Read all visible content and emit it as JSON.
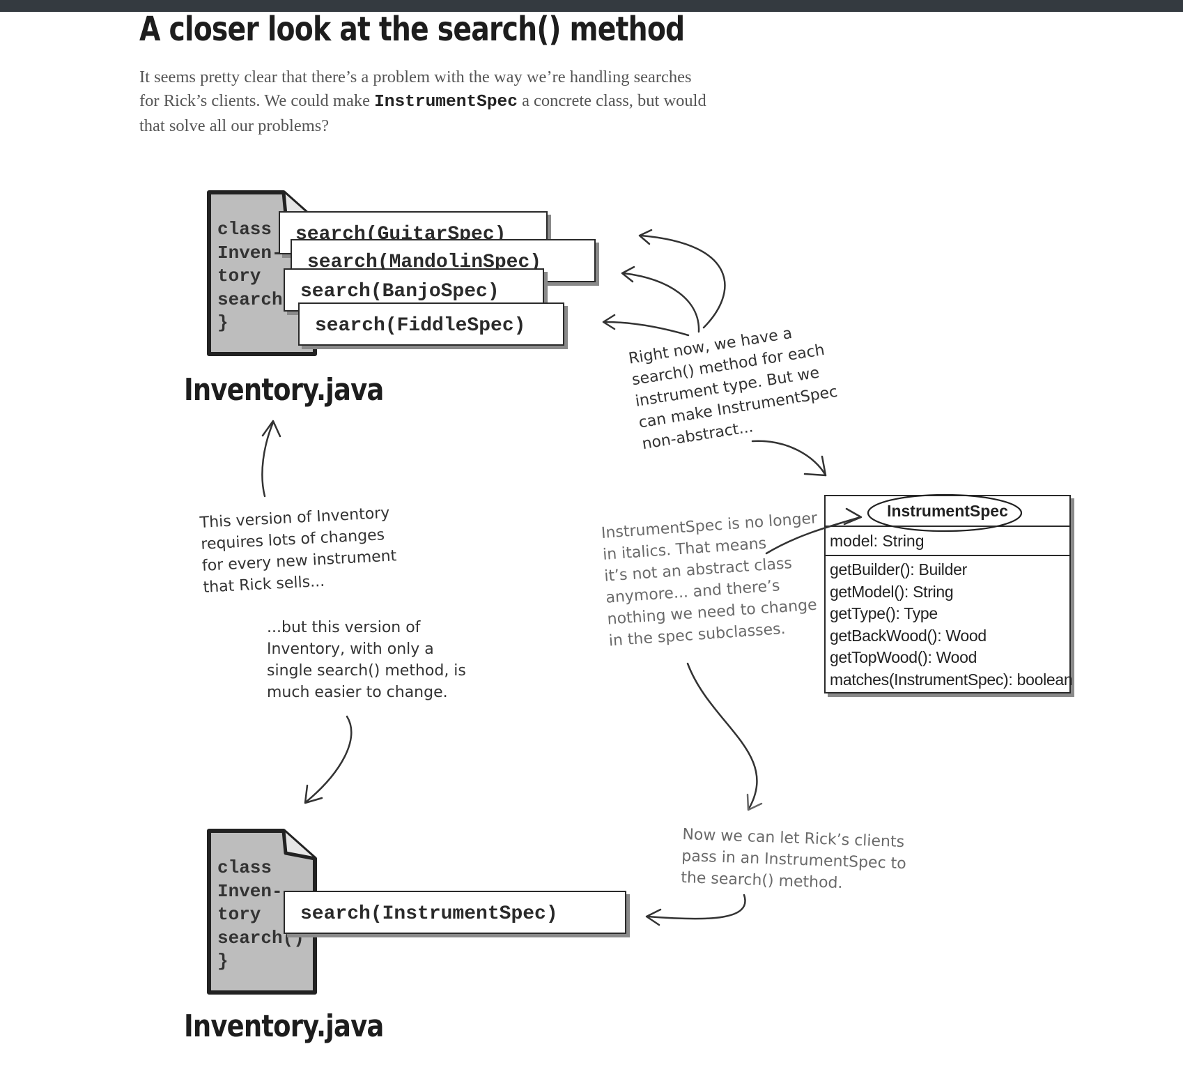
{
  "page": {
    "title": "A closer look at the search() method",
    "intro_before": "It seems pretty clear that there’s a problem with the way we’re handling searches for Rick’s clients. We could make ",
    "intro_code": "InstrumentSpec",
    "intro_after": " a concrete class, but would that solve all our problems?"
  },
  "top_file": {
    "lines": [
      "class",
      "Inven-",
      "tory",
      "search",
      "}"
    ],
    "methods": [
      "search(GuitarSpec)",
      "search(MandolinSpec)",
      "search(BanjoSpec)",
      "search(FiddleSpec)"
    ],
    "label": "Inventory.java"
  },
  "bottom_file": {
    "lines": [
      "class",
      "Inven-",
      "tory",
      "search()",
      "}"
    ],
    "method": "search(InstrumentSpec)",
    "label": "Inventory.java"
  },
  "uml": {
    "class_name": "InstrumentSpec",
    "attributes": [
      "model: String"
    ],
    "operations": [
      "getBuilder(): Builder",
      "getModel(): String",
      "getType(): Type",
      "getBackWood(): Wood",
      "getTopWood(): Wood",
      "matches(InstrumentSpec): boolean"
    ]
  },
  "notes": {
    "right_now": "Right now, we have a\nsearch() method for each\ninstrument type. But we\ncan make InstrumentSpec\nnon-abstract...",
    "many_changes": "This version of Inventory\nrequires lots of changes\nfor every new instrument\nthat Rick sells...",
    "single_search": "...but this version of\nInventory, with only a\nsingle search() method, is\nmuch easier to change.",
    "no_italics": "InstrumentSpec is no longer\nin italics. That means\nit’s not an abstract class\nanymore... and there’s\nnothing we need to change\nin the spec subclasses.",
    "pass_in": "Now we can let Rick’s clients\npass in an InstrumentSpec to\nthe search() method."
  }
}
